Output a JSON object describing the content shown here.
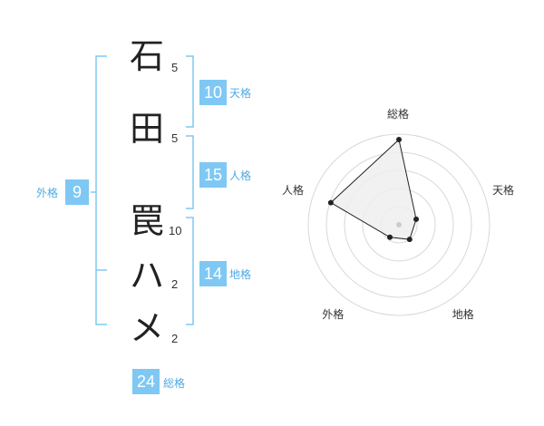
{
  "name": {
    "characters": [
      {
        "char": "石",
        "strokes": "5"
      },
      {
        "char": "田",
        "strokes": "5"
      },
      {
        "char": "罠",
        "strokes": "10"
      },
      {
        "char": "ハ",
        "strokes": "2"
      },
      {
        "char": "メ",
        "strokes": "2"
      }
    ]
  },
  "kaku": {
    "tenkaku": {
      "value": "10",
      "label": "天格"
    },
    "jinkaku": {
      "value": "15",
      "label": "人格"
    },
    "chikaku": {
      "value": "14",
      "label": "地格"
    },
    "gaikaku": {
      "value": "9",
      "label": "外格"
    },
    "soukaku": {
      "value": "24",
      "label": "総格"
    }
  },
  "chart_data": {
    "type": "radar",
    "axes": [
      "総格",
      "天格",
      "地格",
      "外格",
      "人格"
    ],
    "values": [
      0.94,
      0.2,
      0.2,
      0.17,
      0.79
    ],
    "range": [
      0,
      1
    ],
    "rings": 5,
    "colors": {
      "ring": "#d8d8d8",
      "fill": "#eeeeee",
      "line": "#222222",
      "point": "#222222",
      "center": "#cccccc"
    }
  },
  "colors": {
    "bracket": "#7fc8f4",
    "badge": "#7fc8f4",
    "badge_text": "#ffffff",
    "label": "#4fa9e3"
  }
}
